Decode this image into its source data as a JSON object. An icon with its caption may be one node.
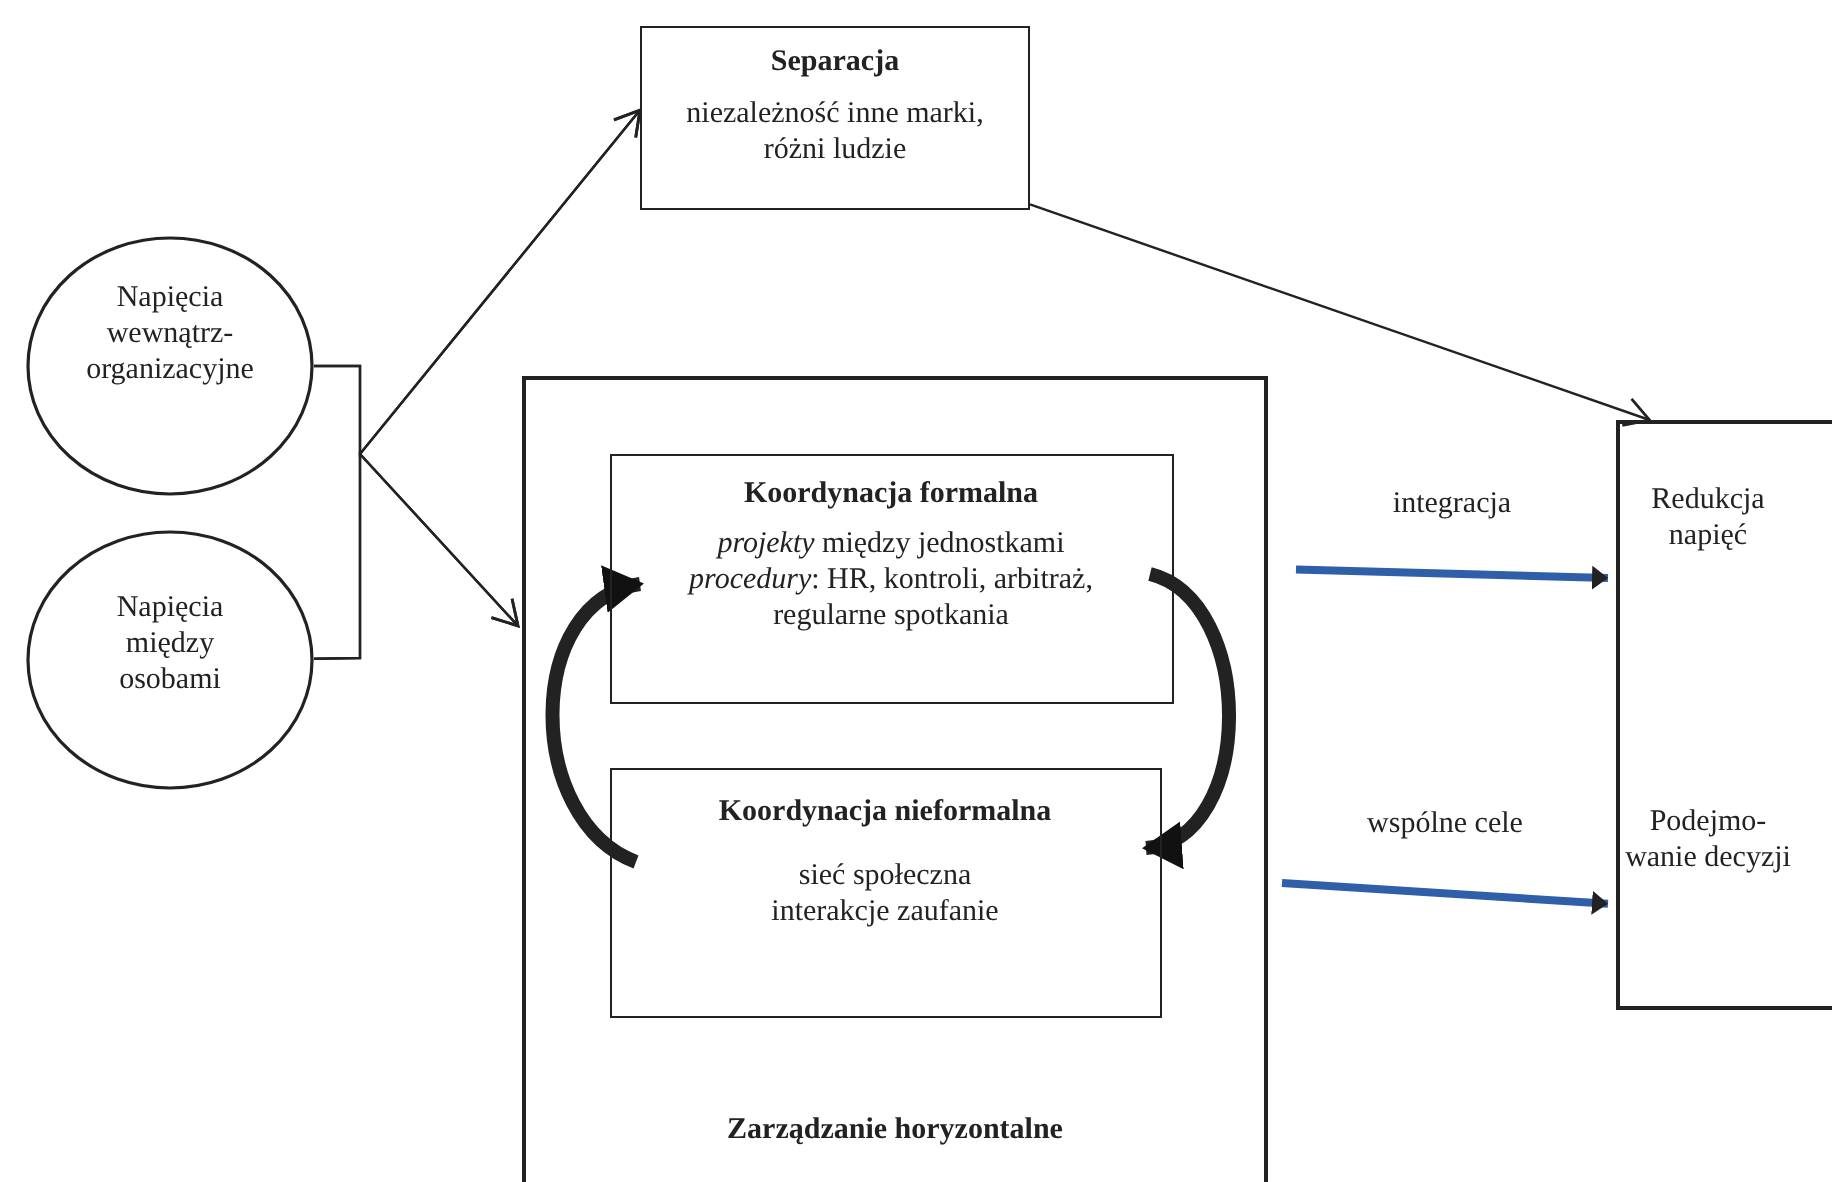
{
  "diagram": {
    "nodes": [
      {
        "text": [
          "Napięcia wewnątrz-organizacyjne"
        ]
      },
      {
        "text": [
          "Napięcia między osobami"
        ]
      },
      {
        "text": [
          "Separacja",
          "niezależność inne marki, różni ludzie"
        ]
      },
      {
        "text": [
          "Zarządzanie horyzontalne"
        ]
      },
      {
        "text": [
          "Koordynacja formalna",
          "*projekty* między jednostkami *procedury*: HR, kontroli, arbitraż, regularne spotkania"
        ],
        "in": 3
      },
      {
        "text": [
          "Koordynacja nieformalna",
          "sieć społeczna interakcje zaufanie"
        ],
        "in": 3
      },
      {
        "text": [
          "Redukcja napięć",
          "Podejmo-wanie decyzji"
        ]
      }
    ],
    "edges": [
      {
        "from": 0,
        "to": 2,
        "arrow": "to"
      },
      {
        "from": 0,
        "to": 3,
        "arrow": "to"
      },
      {
        "from": 1,
        "to": 2,
        "arrow": "to"
      },
      {
        "from": 1,
        "to": 3,
        "arrow": "to"
      },
      {
        "from": 2,
        "to": 6,
        "arrow": "to"
      },
      {
        "from": 5,
        "to": 4,
        "arrow": "to",
        "style": "thick"
      },
      {
        "from": 4,
        "to": 5,
        "arrow": "to",
        "style": "thick"
      },
      {
        "from": 3,
        "to": 6,
        "label": "integracja",
        "arrow": "to",
        "style": "thick",
        "color": "#2e5fa8"
      },
      {
        "from": 3,
        "to": 6,
        "label": "wspólne cele",
        "arrow": "to",
        "style": "thick",
        "color": "#2e5fa8"
      }
    ]
  }
}
